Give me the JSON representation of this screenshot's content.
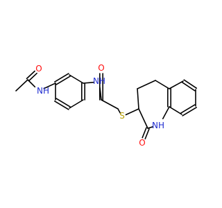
{
  "colors": {
    "bond": "#000000",
    "O": "#ff0d0d",
    "N": "#1f2cd0",
    "S": "#b8a000"
  },
  "atoms": [
    {
      "id": "o_acetyl",
      "element": "O",
      "label": "O"
    },
    {
      "id": "n_acetyl",
      "element": "N",
      "label": "NH",
      "anchor": "end"
    },
    {
      "id": "n_amide",
      "element": "N",
      "label": "NH"
    },
    {
      "id": "o_amide",
      "element": "O",
      "label": "O"
    },
    {
      "id": "s_thio",
      "element": "S",
      "label": "S"
    },
    {
      "id": "o_lactam",
      "element": "O",
      "label": "O"
    },
    {
      "id": "n_lactam",
      "element": "N",
      "label": "NH"
    }
  ]
}
